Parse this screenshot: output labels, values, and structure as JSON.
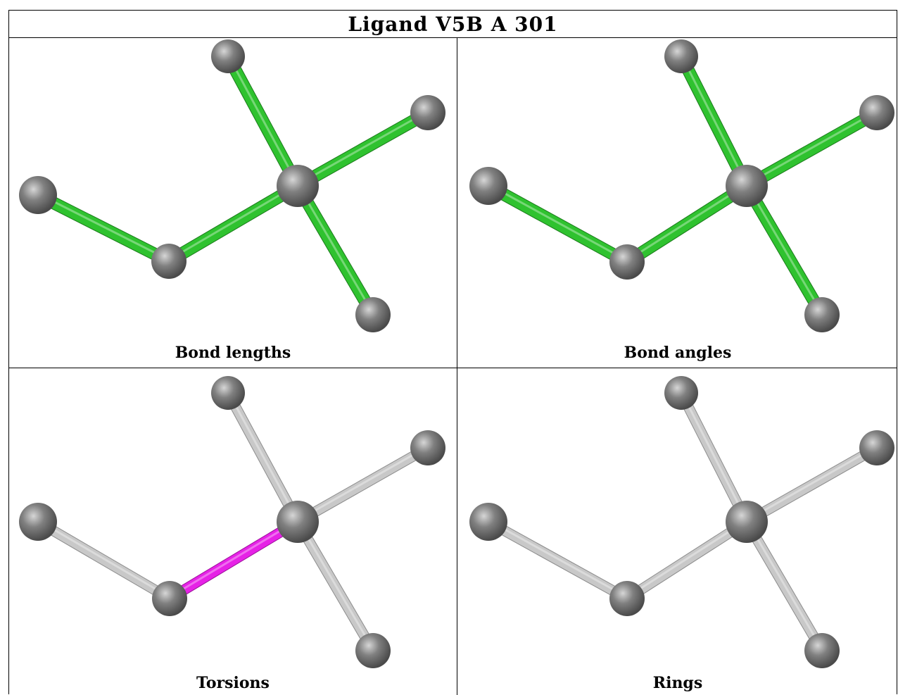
{
  "title": "Ligand V5B A 301",
  "panels": [
    {
      "key": "bond_lengths",
      "caption": "Bond lengths",
      "bond_color": "#2fc22f",
      "highlight_color": "#2fc22f"
    },
    {
      "key": "bond_angles",
      "caption": "Bond angles",
      "bond_color": "#2fc22f",
      "highlight_color": "#2fc22f"
    },
    {
      "key": "torsions",
      "caption": "Torsions",
      "bond_color": "#c8c8c8",
      "highlight_color": "#e622e6"
    },
    {
      "key": "rings",
      "caption": "Rings",
      "bond_color": "#c8c8c8",
      "highlight_color": "#c8c8c8"
    }
  ],
  "colors": {
    "atom": "#808080",
    "border": "#000000",
    "green_bond": "#2fc22f",
    "grey_bond": "#c8c8c8",
    "torsion_highlight": "#e622e6"
  },
  "molecule": {
    "atoms": [
      "A1",
      "A2",
      "A3",
      "A4",
      "A5",
      "A6",
      "A7"
    ],
    "bonds": [
      {
        "from": "A1",
        "to": "A2",
        "highlight": false
      },
      {
        "from": "A2",
        "to": "A3",
        "highlight": true
      },
      {
        "from": "A3",
        "to": "A4",
        "highlight": false
      },
      {
        "from": "A3",
        "to": "A5",
        "highlight": false
      },
      {
        "from": "A3",
        "to": "A6",
        "highlight": false
      }
    ]
  }
}
